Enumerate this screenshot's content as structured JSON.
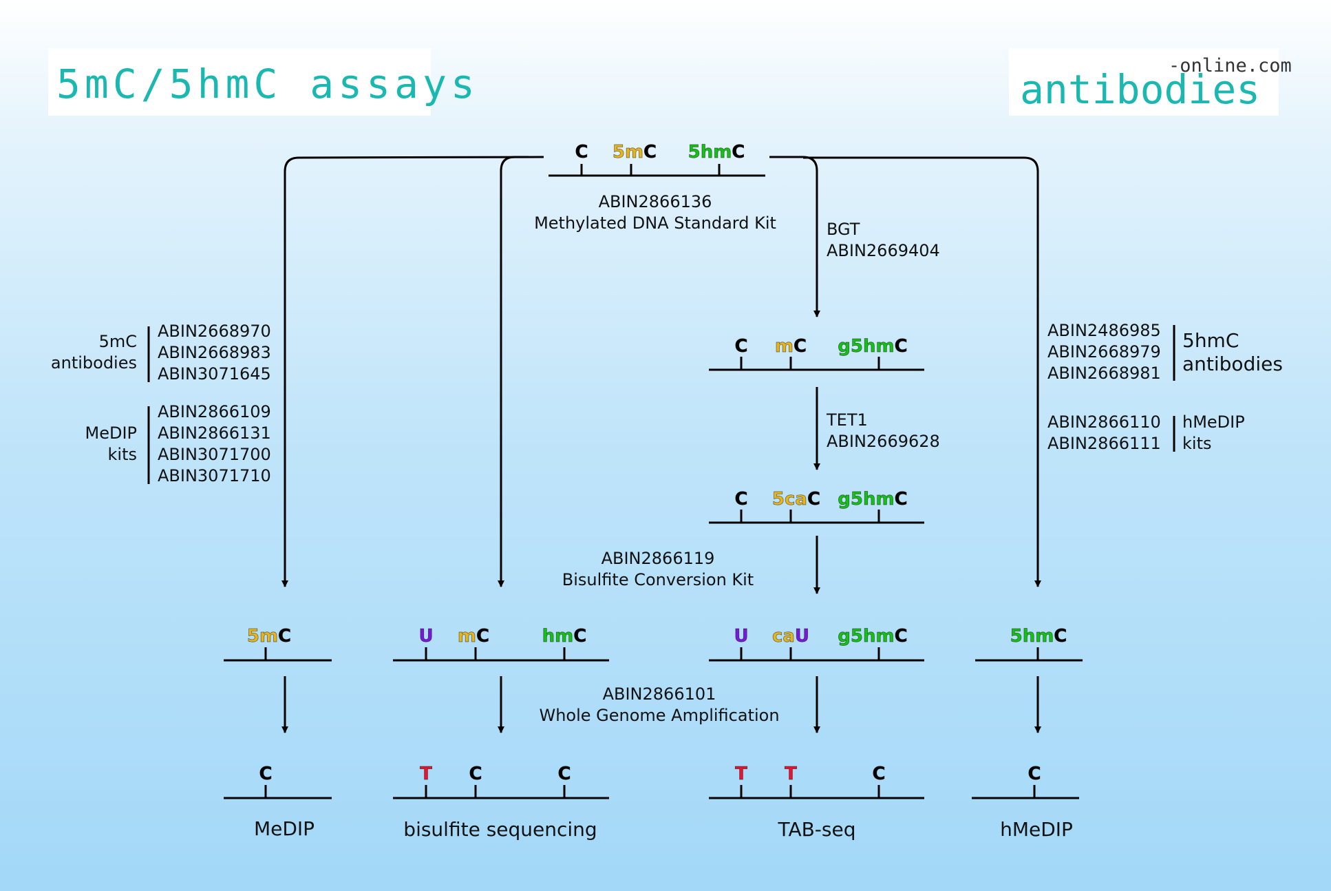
{
  "title": "5mC/5hmC assays",
  "logo": {
    "main": "antibodies",
    "suffix": "-online.com"
  },
  "top": {
    "nucleotides": [
      "C",
      "5mC",
      "5hmC"
    ],
    "kit_id": "ABIN2866136",
    "kit_name": "Methylated DNA Standard Kit"
  },
  "steps": {
    "bgt": {
      "enzyme": "BGT",
      "id": "ABIN2669404"
    },
    "tet1": {
      "enzyme": "TET1",
      "id": "ABIN2669628"
    },
    "bisulfite": {
      "id": "ABIN2866119",
      "name": "Bisulfite Conversion Kit"
    },
    "wga": {
      "id": "ABIN2866101",
      "name": "Whole Genome Amplification"
    }
  },
  "left_panel": {
    "antibodies": {
      "label_line1": "5mC",
      "label_line2": "antibodies",
      "ids": [
        "ABIN2668970",
        "ABIN2668983",
        "ABIN3071645"
      ]
    },
    "kits": {
      "label_line1": "MeDIP",
      "label_line2": "kits",
      "ids": [
        "ABIN2866109",
        "ABIN2866131",
        "ABIN3071700",
        "ABIN3071710"
      ]
    }
  },
  "right_panel": {
    "antibodies": {
      "label_line1": "5hmC",
      "label_line2": "antibodies",
      "ids": [
        "ABIN2486985",
        "ABIN2668979",
        "ABIN2668981"
      ]
    },
    "kits": {
      "label_line1": "hMeDIP",
      "label_line2": "kits",
      "ids": [
        "ABIN2866110",
        "ABIN2866111"
      ]
    }
  },
  "intermediates": {
    "after_bgt": [
      "C",
      "mC",
      "g5hmC"
    ],
    "after_tet1": [
      "C",
      "5caC",
      "g5hmC"
    ]
  },
  "converted": {
    "medip": [
      "5mC"
    ],
    "bisulfite": [
      "U",
      "mC",
      "hmC"
    ],
    "tab": [
      "U",
      "caU",
      "g5hmC"
    ],
    "hmedip": [
      "5hmC"
    ]
  },
  "results": {
    "medip": [
      "C"
    ],
    "bisulfite": [
      "T",
      "C",
      "C"
    ],
    "tab": [
      "T",
      "T",
      "C"
    ],
    "hmedip": [
      "C"
    ]
  },
  "methods": {
    "medip": "MeDIP",
    "bisulfite": "bisulfite sequencing",
    "tab": "TAB-seq",
    "hmedip": "hMeDIP"
  },
  "colors": {
    "teal_title": "#1ab8b0",
    "methyl_yellow": "#e6b41e",
    "hydroxymethyl_green": "#16c016",
    "uracil_purple": "#7a18d8",
    "thymine_red": "#e8142e"
  }
}
